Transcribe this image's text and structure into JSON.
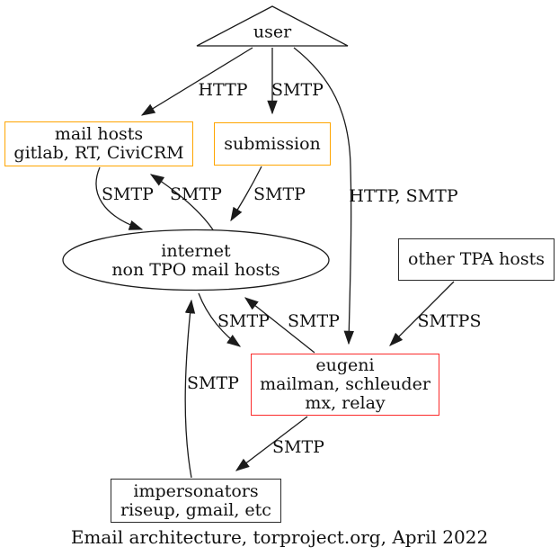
{
  "caption": "Email architecture, torproject.org, April 2022",
  "nodes": {
    "user": {
      "label": "user"
    },
    "mail_hosts": {
      "line1": "mail hosts",
      "line2": "gitlab, RT, CiviCRM"
    },
    "submission": {
      "label": "submission"
    },
    "internet": {
      "line1": "internet",
      "line2": "non TPO mail hosts"
    },
    "other_tpa": {
      "label": "other TPA hosts"
    },
    "eugeni": {
      "line1": "eugeni",
      "line2": "mailman, schleuder",
      "line3": "mx, relay"
    },
    "impersonators": {
      "line1": "impersonators",
      "line2": "riseup, gmail, etc"
    }
  },
  "edges": {
    "user_to_mail_hosts": "HTTP",
    "user_to_submission": "SMTP",
    "user_to_eugeni": "HTTP, SMTP",
    "mail_hosts_to_internet": "SMTP",
    "internet_to_mail_hosts": "SMTP",
    "submission_to_internet": "SMTP",
    "internet_to_eugeni": "SMTP",
    "eugeni_to_internet": "SMTP",
    "impersonators_to_internet": "SMTP",
    "other_tpa_to_eugeni": "SMTPS",
    "eugeni_to_impersonators": "SMTP"
  },
  "colors": {
    "orange_highlight": "#ffa500",
    "red_highlight": "#fb2b2b",
    "line": "#1b1b1b"
  }
}
